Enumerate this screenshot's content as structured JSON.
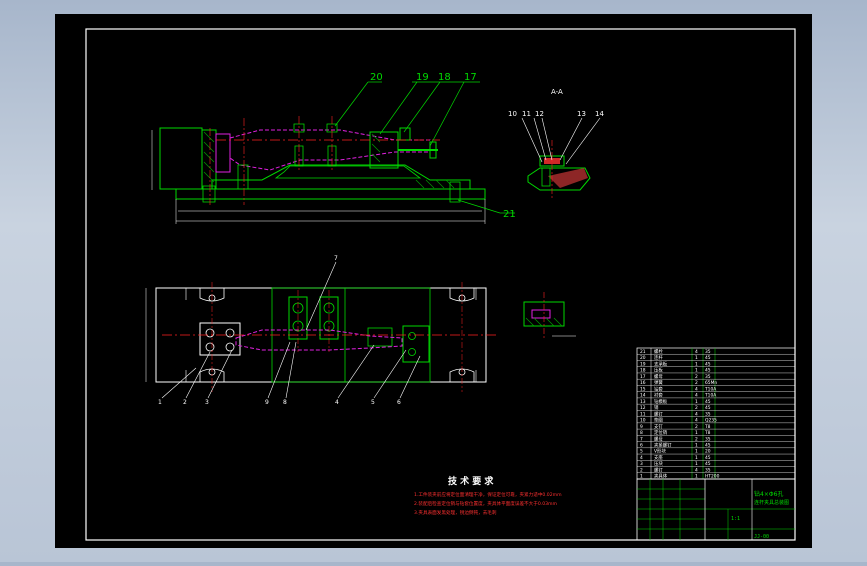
{
  "colors": {
    "sheet": "#000000",
    "frame": "#ffffff",
    "outline": "#00d800",
    "hatch": "#00a000",
    "center": "#ff2020",
    "part": "#e020e0",
    "detail": "#ffffff",
    "note_red": "#ff3030"
  },
  "leaders": {
    "top": [
      "20",
      "19",
      "18",
      "17"
    ],
    "right_part": "21",
    "bottom": [
      "1",
      "2",
      "3",
      "4",
      "5",
      "6",
      "7",
      "8",
      "9"
    ],
    "section": [
      "10",
      "11",
      "12",
      "13",
      "14"
    ]
  },
  "section_label": "A-A",
  "tech_title": "技 术 要 求",
  "notes": [
    "1.工件装夹前应将定位面清理干净，保证定位可靠，夹紧力适中0.02mm",
    "2.装配后检查定位销与钻套位置度，夹具体平面度误差不大于0.03mm",
    "3.夹具表面发黑处理，锐边倒钝，去毛刺"
  ],
  "title_block": {
    "name": "钻4×Φ6孔",
    "subtitle": "连杆夹具总装图",
    "drawing_no": "JJ-00",
    "scale": "1:1"
  },
  "bom": [
    {
      "no": "21",
      "name": "螺栓",
      "qty": "4",
      "mat": "35"
    },
    {
      "no": "20",
      "name": "连杆",
      "qty": "1",
      "mat": "45"
    },
    {
      "no": "19",
      "name": "支承板",
      "qty": "1",
      "mat": "45"
    },
    {
      "no": "18",
      "name": "压板",
      "qty": "1",
      "mat": "45"
    },
    {
      "no": "17",
      "name": "螺母",
      "qty": "2",
      "mat": "35"
    },
    {
      "no": "16",
      "name": "弹簧",
      "qty": "2",
      "mat": "65Mn"
    },
    {
      "no": "15",
      "name": "钻套",
      "qty": "4",
      "mat": "T10A"
    },
    {
      "no": "14",
      "name": "衬套",
      "qty": "4",
      "mat": "T10A"
    },
    {
      "no": "13",
      "name": "钻模板",
      "qty": "1",
      "mat": "45"
    },
    {
      "no": "12",
      "name": "销",
      "qty": "2",
      "mat": "45"
    },
    {
      "no": "11",
      "name": "螺钉",
      "qty": "4",
      "mat": "35"
    },
    {
      "no": "10",
      "name": "垫圈",
      "qty": "4",
      "mat": "Q235"
    },
    {
      "no": "9",
      "name": "支钉",
      "qty": "2",
      "mat": "T8"
    },
    {
      "no": "8",
      "name": "定位销",
      "qty": "1",
      "mat": "T8"
    },
    {
      "no": "7",
      "name": "螺母",
      "qty": "2",
      "mat": "35"
    },
    {
      "no": "6",
      "name": "夹紧螺钉",
      "qty": "1",
      "mat": "45"
    },
    {
      "no": "5",
      "name": "V形块",
      "qty": "1",
      "mat": "20"
    },
    {
      "no": "4",
      "name": "支座",
      "qty": "1",
      "mat": "45"
    },
    {
      "no": "3",
      "name": "压块",
      "qty": "1",
      "mat": "45"
    },
    {
      "no": "2",
      "name": "螺钉",
      "qty": "4",
      "mat": "35"
    },
    {
      "no": "1",
      "name": "夹具体",
      "qty": "1",
      "mat": "HT200"
    }
  ]
}
